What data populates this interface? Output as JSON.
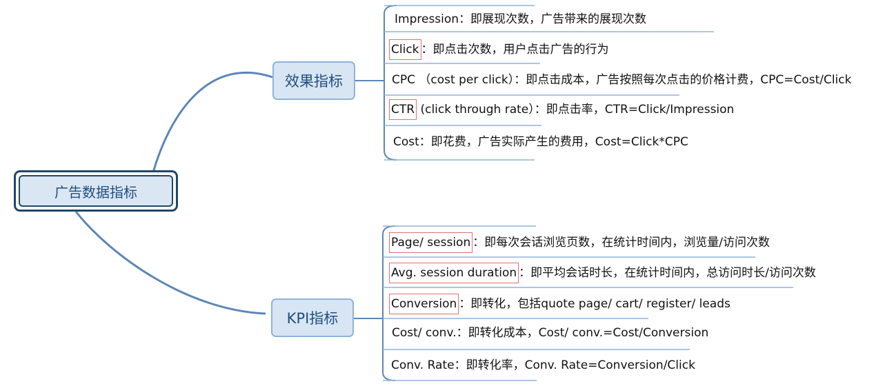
{
  "root": {
    "label": "广告数据指标"
  },
  "branches": [
    {
      "label": "效果指标",
      "items": [
        {
          "term": "Impression",
          "text": "：即展现次数，广告带来的展现次数"
        },
        {
          "term": "Click",
          "text": "：即点击次数，用户点击广告的行为"
        },
        {
          "term": "CPC",
          "text": " （cost per click）：即点击成本，广告按照每次点击的价格计费，CPC=Cost/Click"
        },
        {
          "term": "CTR",
          "text": " (click through rate）：即点击率，CTR=Click/Impression"
        },
        {
          "term": "Cost",
          "text": "：即花费，广告实际产生的费用，Cost=Click*CPC"
        }
      ]
    },
    {
      "label": "KPI指标",
      "items": [
        {
          "term": "Page/ session",
          "text": "：即每次会话浏览页数，在统计时间内，浏览量/访问次数"
        },
        {
          "term": "Avg. session duration",
          "text": "：即平均会话时长，在统计时间内，总访问时长/访问次数"
        },
        {
          "term": "Conversion",
          "text": "：即转化，包括quote page/ cart/ register/ leads"
        },
        {
          "term": "Cost/ conv.",
          "text": "：即转化成本，Cost/ conv.=Cost/Conversion"
        },
        {
          "term": "Conv. Rate",
          "text": "：即转化率，Conv. Rate=Conversion/Click"
        }
      ]
    }
  ]
}
